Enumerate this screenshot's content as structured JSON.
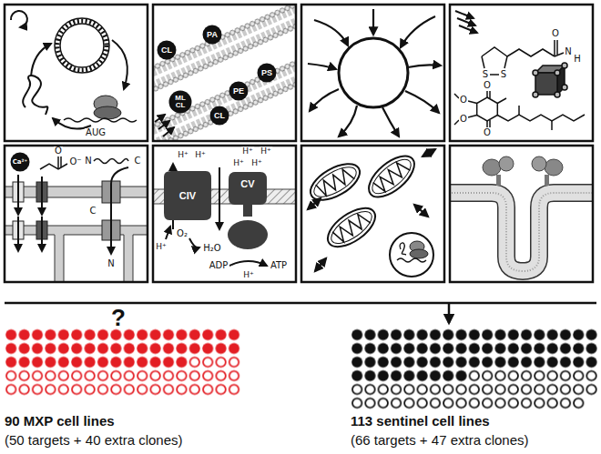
{
  "diagram": {
    "nodes": [
      {
        "text": [
          "CL"
        ]
      },
      {
        "text": [
          "PA"
        ]
      },
      {
        "text": [
          "PS"
        ]
      },
      {
        "text": [
          "PE"
        ]
      },
      {
        "text": [
          "ML CL"
        ]
      },
      {
        "text": [
          "CL"
        ]
      },
      {
        "text": [
          "Ca²⁺"
        ]
      },
      {
        "text": [
          "CIV"
        ]
      },
      {
        "text": [
          "CV"
        ]
      }
    ],
    "labels": [
      "AUG",
      "S",
      "S",
      "O",
      "N",
      "H",
      "O",
      "O",
      "O",
      "O",
      "O",
      "O⁻",
      "N",
      "C",
      "C",
      "N",
      "H⁺",
      "H⁺",
      "H⁺",
      "H⁺",
      "H⁺",
      "H⁺",
      "O₂",
      "H₂O",
      "H⁺",
      "ADP",
      "H⁺",
      "ATP",
      "?",
      "90 MXP cell lines",
      "(50 targets + 40 extra clones)",
      "113 sentinel cell lines",
      "(66 targets + 47 extra clones)"
    ]
  }
}
